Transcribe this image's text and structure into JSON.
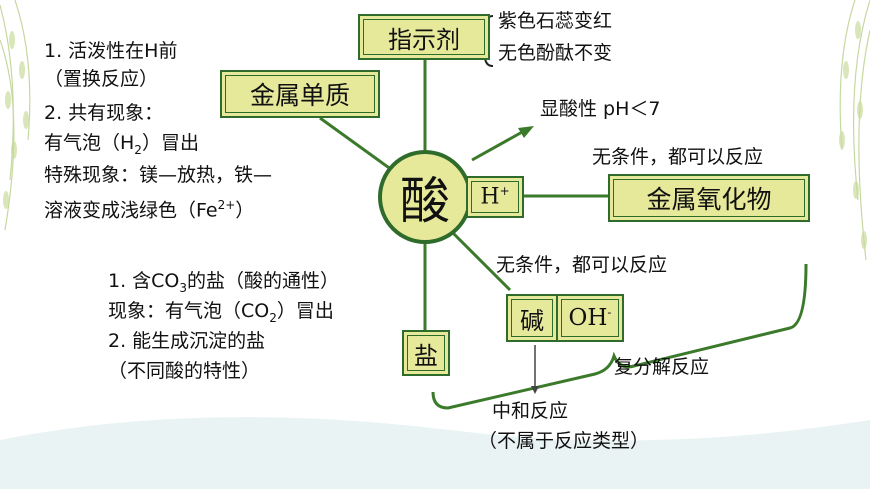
{
  "center": {
    "label": "酸",
    "ion": "H",
    "ion_sup": "+"
  },
  "nodes": {
    "indicator": "指示剂",
    "metal": "金属单质",
    "metal_oxide": "金属氧化物",
    "base": "碱",
    "base_ion": "OH",
    "base_ion_sup": "-",
    "salt": "盐"
  },
  "indicator_notes": [
    "紫色石蕊变红",
    "无色酚酞不变"
  ],
  "metal_notes": {
    "l1": "1. 活泼性在H前",
    "l2": "（置换反应）",
    "l3": "2. 共有现象：",
    "l4a": "有气泡（H",
    "l4sub": "2",
    "l4b": "）冒出",
    "l5": "特殊现象：镁—放热，铁—",
    "l6a": "溶液变成浅绿色（Fe",
    "l6sup": "2+",
    "l6b": "）"
  },
  "acidic": "显酸性 pH＜7",
  "oxide_cond": "无条件，都可以反应",
  "base_cond": "无条件，都可以反应",
  "salt_notes": {
    "l1a": "1. 含CO",
    "l1sub": "3",
    "l1b": "的盐（酸的通性）",
    "l2a": "现象：有气泡（CO",
    "l2sub": "2",
    "l2b": "）冒出",
    "l3": "2. 能生成沉淀的盐",
    "l4": "（不同酸的特性）"
  },
  "double_decomp": "复分解反应",
  "neutral": "中和反应",
  "neutral_note": "（不属于反应类型）",
  "colors": {
    "node_fill": "#e6e99a",
    "node_border": "#2f6b2a",
    "line": "#3a7a2a"
  }
}
